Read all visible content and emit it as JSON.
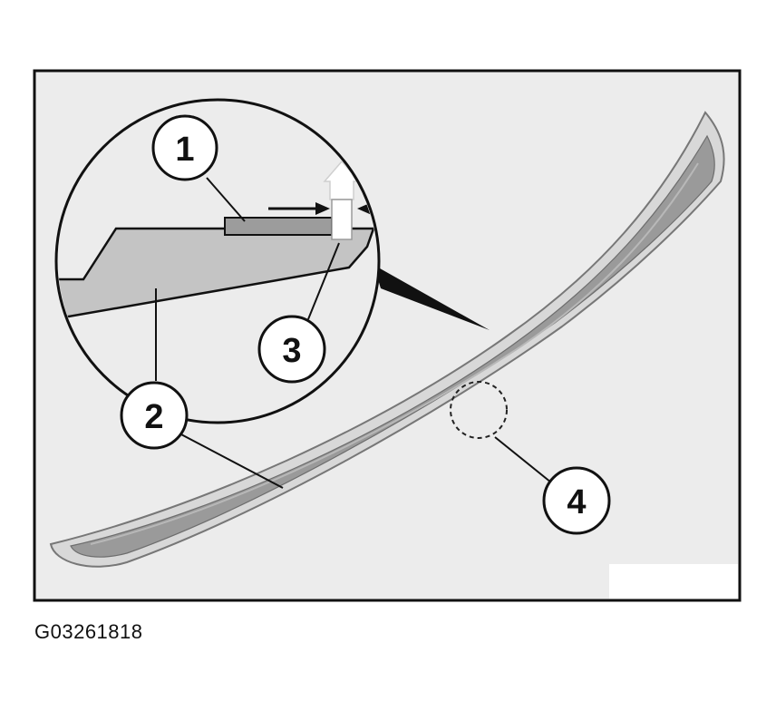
{
  "diagram": {
    "figure_code": "G03261818",
    "callouts": [
      {
        "number": "1"
      },
      {
        "number": "2"
      },
      {
        "number": "3"
      },
      {
        "number": "4"
      }
    ]
  },
  "colors": {
    "panel_background": "#ececec",
    "spoiler_fill": "#9a9a9a",
    "spoiler_highlight": "#d2d2d2",
    "detail_part": "#bdbdbd",
    "outline": "#111111"
  }
}
